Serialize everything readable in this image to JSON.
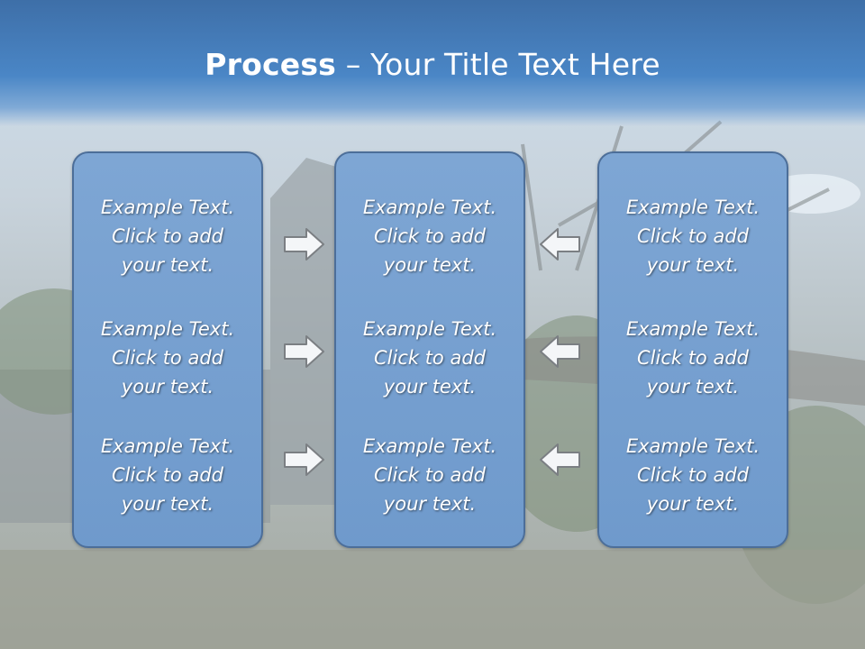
{
  "slide": {
    "title_bold": "Process",
    "title_rest": " – Your Title Text Here"
  },
  "colors": {
    "header": "#4a86c6",
    "panel_fill": "#7ea6d4",
    "panel_border": "#4c6e99",
    "text": "#ffffff"
  },
  "columns": [
    {
      "items": [
        {
          "line1": "Example Text.",
          "line2": "Click  to add",
          "line3": "your text."
        },
        {
          "line1": "Example Text.",
          "line2": "Click  to add",
          "line3": "your text."
        },
        {
          "line1": "Example Text.",
          "line2": "Click  to add",
          "line3": "your text."
        }
      ]
    },
    {
      "items": [
        {
          "line1": "Example Text.",
          "line2": "Click  to add",
          "line3": "your text."
        },
        {
          "line1": "Example Text.",
          "line2": "Click  to add",
          "line3": "your text."
        },
        {
          "line1": "Example Text.",
          "line2": "Click  to add",
          "line3": "your text."
        }
      ]
    },
    {
      "items": [
        {
          "line1": "Example Text.",
          "line2": "Click  to add",
          "line3": "your text."
        },
        {
          "line1": "Example Text.",
          "line2": "Click  to add",
          "line3": "your text."
        },
        {
          "line1": "Example Text.",
          "line2": "Click  to add",
          "line3": "your text."
        }
      ]
    }
  ],
  "arrows": {
    "left_group": "arrow-right-icon",
    "right_group": "arrow-left-icon"
  }
}
